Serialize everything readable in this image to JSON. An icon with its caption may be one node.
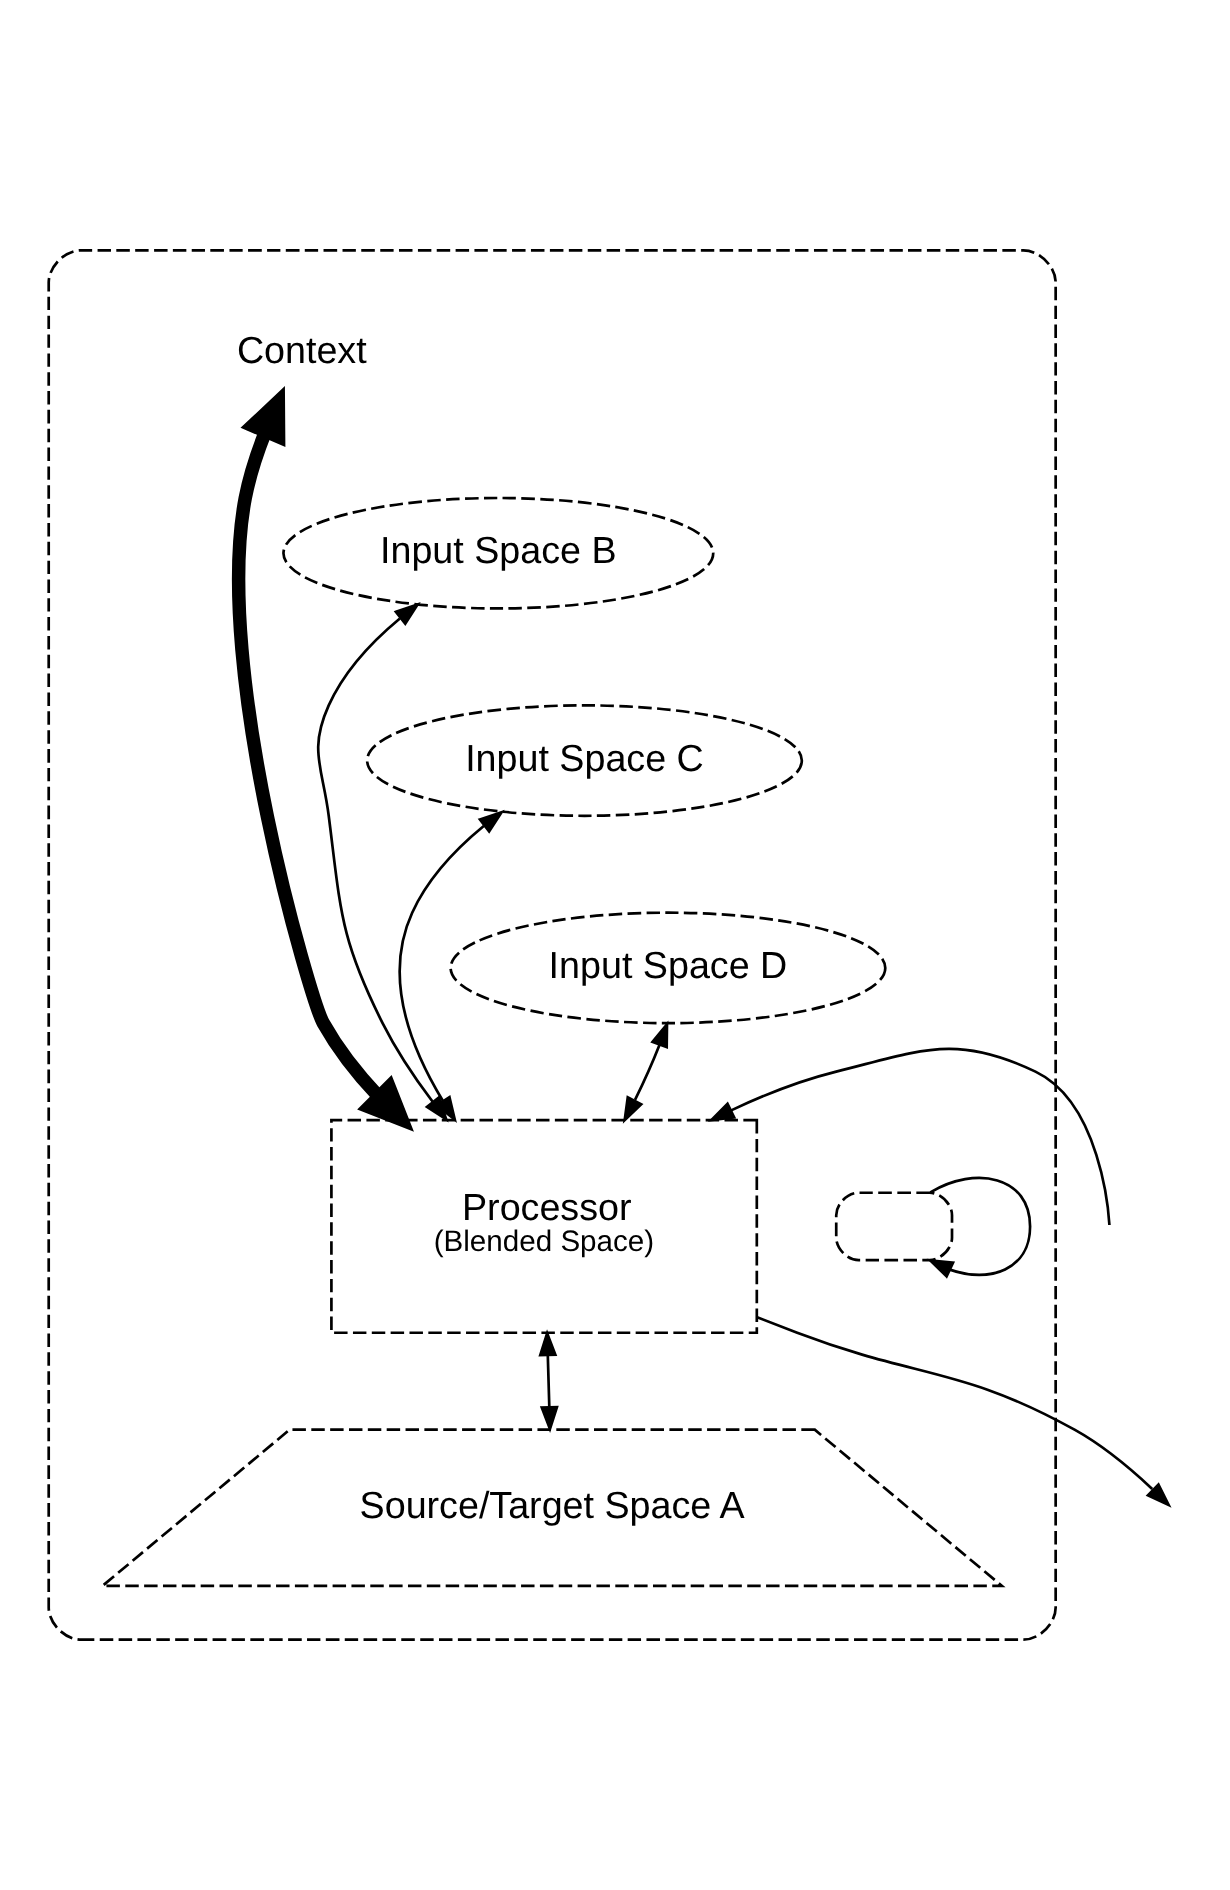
{
  "diagram": {
    "nodes": [
      {
        "text": [],
        "shape": "box"
      },
      {
        "text": [
          "Input Space B"
        ],
        "in": 0
      },
      {
        "text": [
          "Context"
        ],
        "in": 0
      },
      {
        "text": [
          "Input Space C"
        ],
        "in": 0
      },
      {
        "text": [
          "Input Space D"
        ],
        "in": 0
      },
      {
        "text": [
          "Processor",
          "(Blended Space)"
        ],
        "in": 0
      },
      {
        "text": [],
        "shape": "box",
        "in": 0
      },
      {
        "text": [
          "Source/Target Space A"
        ],
        "in": 0
      }
    ],
    "edges": [
      {
        "from": 2,
        "to": 5,
        "arrow": "both",
        "style": "thick"
      },
      {
        "from": 1,
        "to": 5,
        "arrow": "both"
      },
      {
        "from": 3,
        "to": 5,
        "arrow": "both"
      },
      {
        "from": 4,
        "to": 5,
        "arrow": "both"
      },
      {
        "from": 6,
        "to": 6,
        "arrow": "to"
      },
      {
        "from": null,
        "to": 5,
        "arrow": "to"
      },
      {
        "from": 5,
        "to": null,
        "arrow": "to"
      },
      {
        "from": 5,
        "to": 7,
        "arrow": "both"
      }
    ]
  }
}
